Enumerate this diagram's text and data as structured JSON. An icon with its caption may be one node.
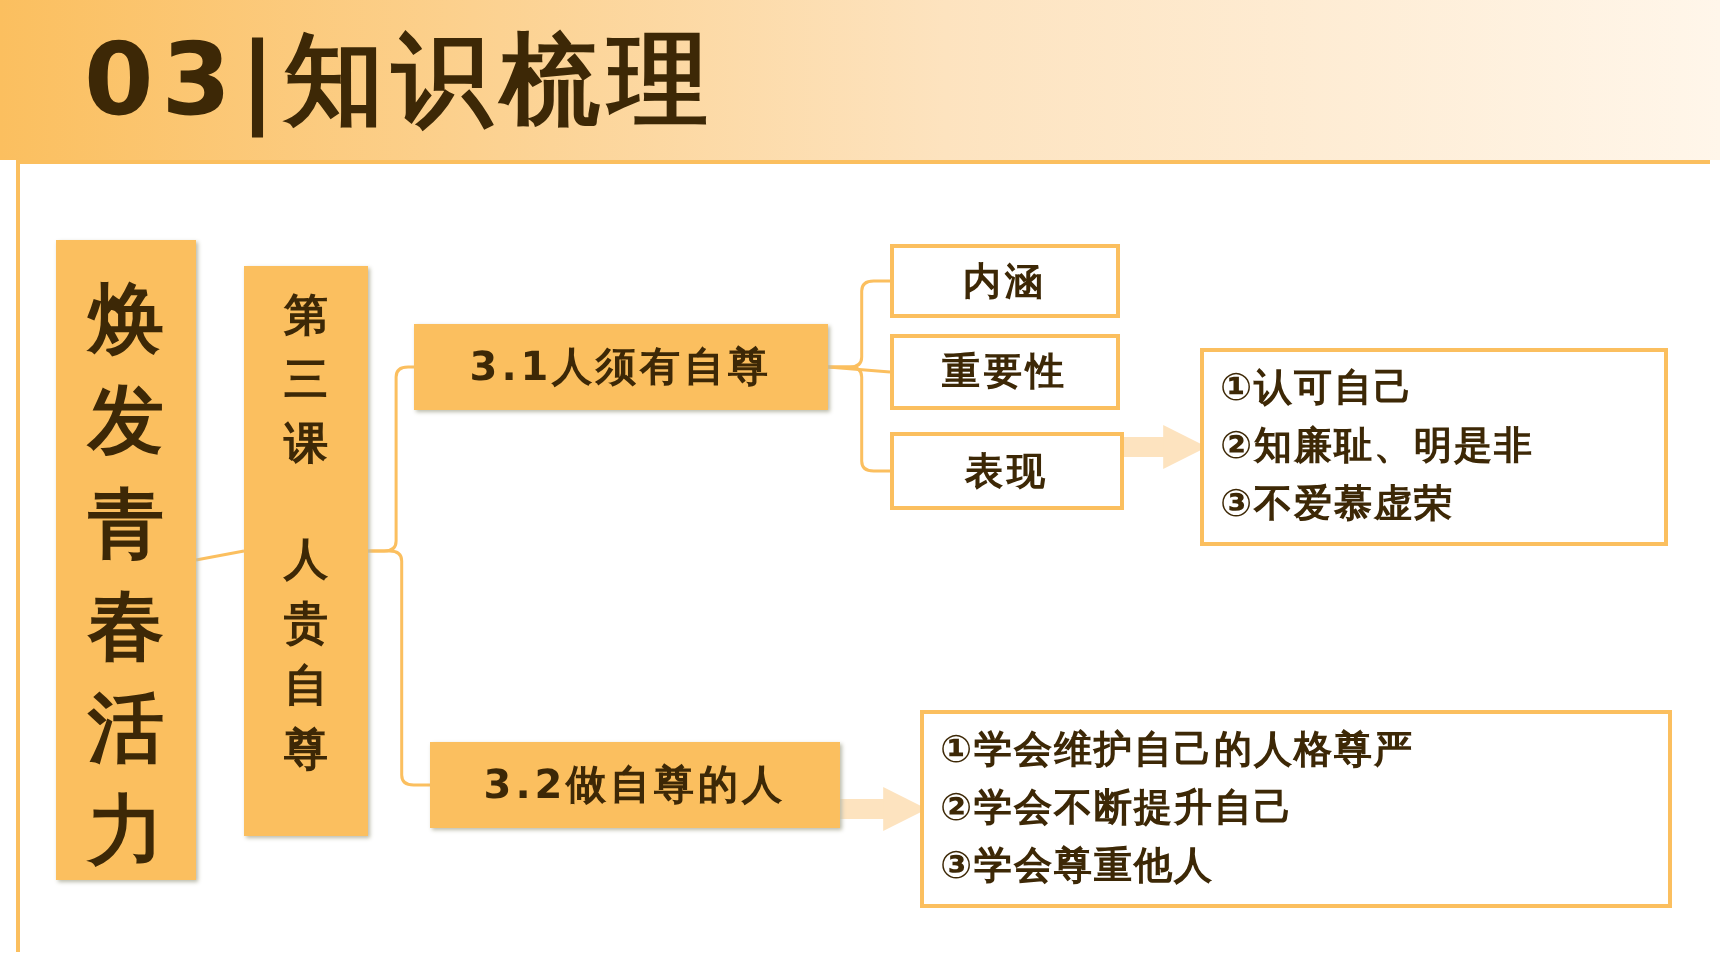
{
  "diagram": {
    "title": "03|知识梳理",
    "nodes": [
      {
        "text": [
          "焕发青春活力"
        ]
      },
      {
        "text": [
          "第三课",
          "人贵自尊"
        ]
      },
      {
        "text": [
          "3.1人须有自尊"
        ]
      },
      {
        "text": [
          "3.2做自尊的人"
        ]
      },
      {
        "text": [
          "内涵"
        ]
      },
      {
        "text": [
          "重要性"
        ]
      },
      {
        "text": [
          "表现"
        ]
      },
      {
        "text": [
          "①认可自己",
          "②知廉耻、明是非",
          "③不爱慕虚荣"
        ]
      },
      {
        "text": [
          "①学会维护自己的人格尊严",
          "②学会不断提升自己",
          "③学会尊重他人"
        ]
      }
    ],
    "edges": [
      {
        "from": 0,
        "to": 1,
        "arrow": "none"
      },
      {
        "from": 1,
        "to": 2,
        "arrow": "none"
      },
      {
        "from": 1,
        "to": 3,
        "arrow": "none"
      },
      {
        "from": 2,
        "to": 4,
        "arrow": "none"
      },
      {
        "from": 2,
        "to": 5,
        "arrow": "none"
      },
      {
        "from": 2,
        "to": 6,
        "arrow": "none"
      },
      {
        "from": 6,
        "to": 7,
        "arrow": "to",
        "style": "thick",
        "color": "#fde3bf"
      },
      {
        "from": 3,
        "to": 8,
        "arrow": "to",
        "style": "thick",
        "color": "#fde3bf"
      }
    ]
  }
}
